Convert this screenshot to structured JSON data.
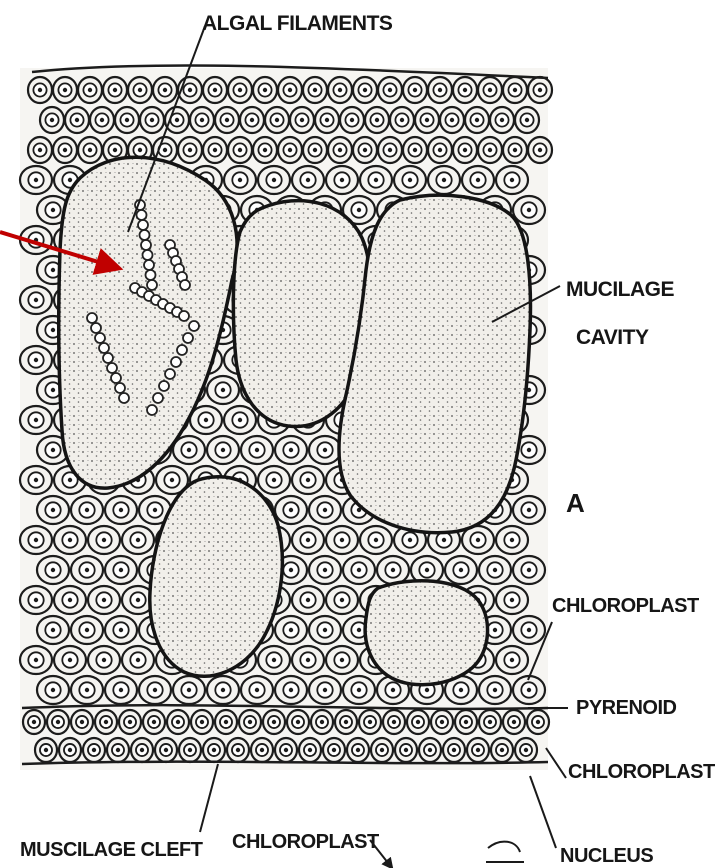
{
  "colors": {
    "background": "#ffffff",
    "ink": "#1c1c1c",
    "cavity_fill": "#eeece6",
    "arrow": "#c00000"
  },
  "labels": {
    "algal_filaments": "ALGAL FILAMENTS",
    "mucilage": "MUCILAGE",
    "cavity": "CAVITY",
    "letter_a": "A",
    "chloroplast_right": "CHLOROPLAST",
    "pyrenoid": "PYRENOID",
    "chloroplast_lower": "CHLOROPLAST",
    "muscilage_cleft": "MUSCILAGE CLEFT",
    "chloroplast_bottom": "CHLOROPLAST",
    "nucleus": "NUCLEUS"
  }
}
